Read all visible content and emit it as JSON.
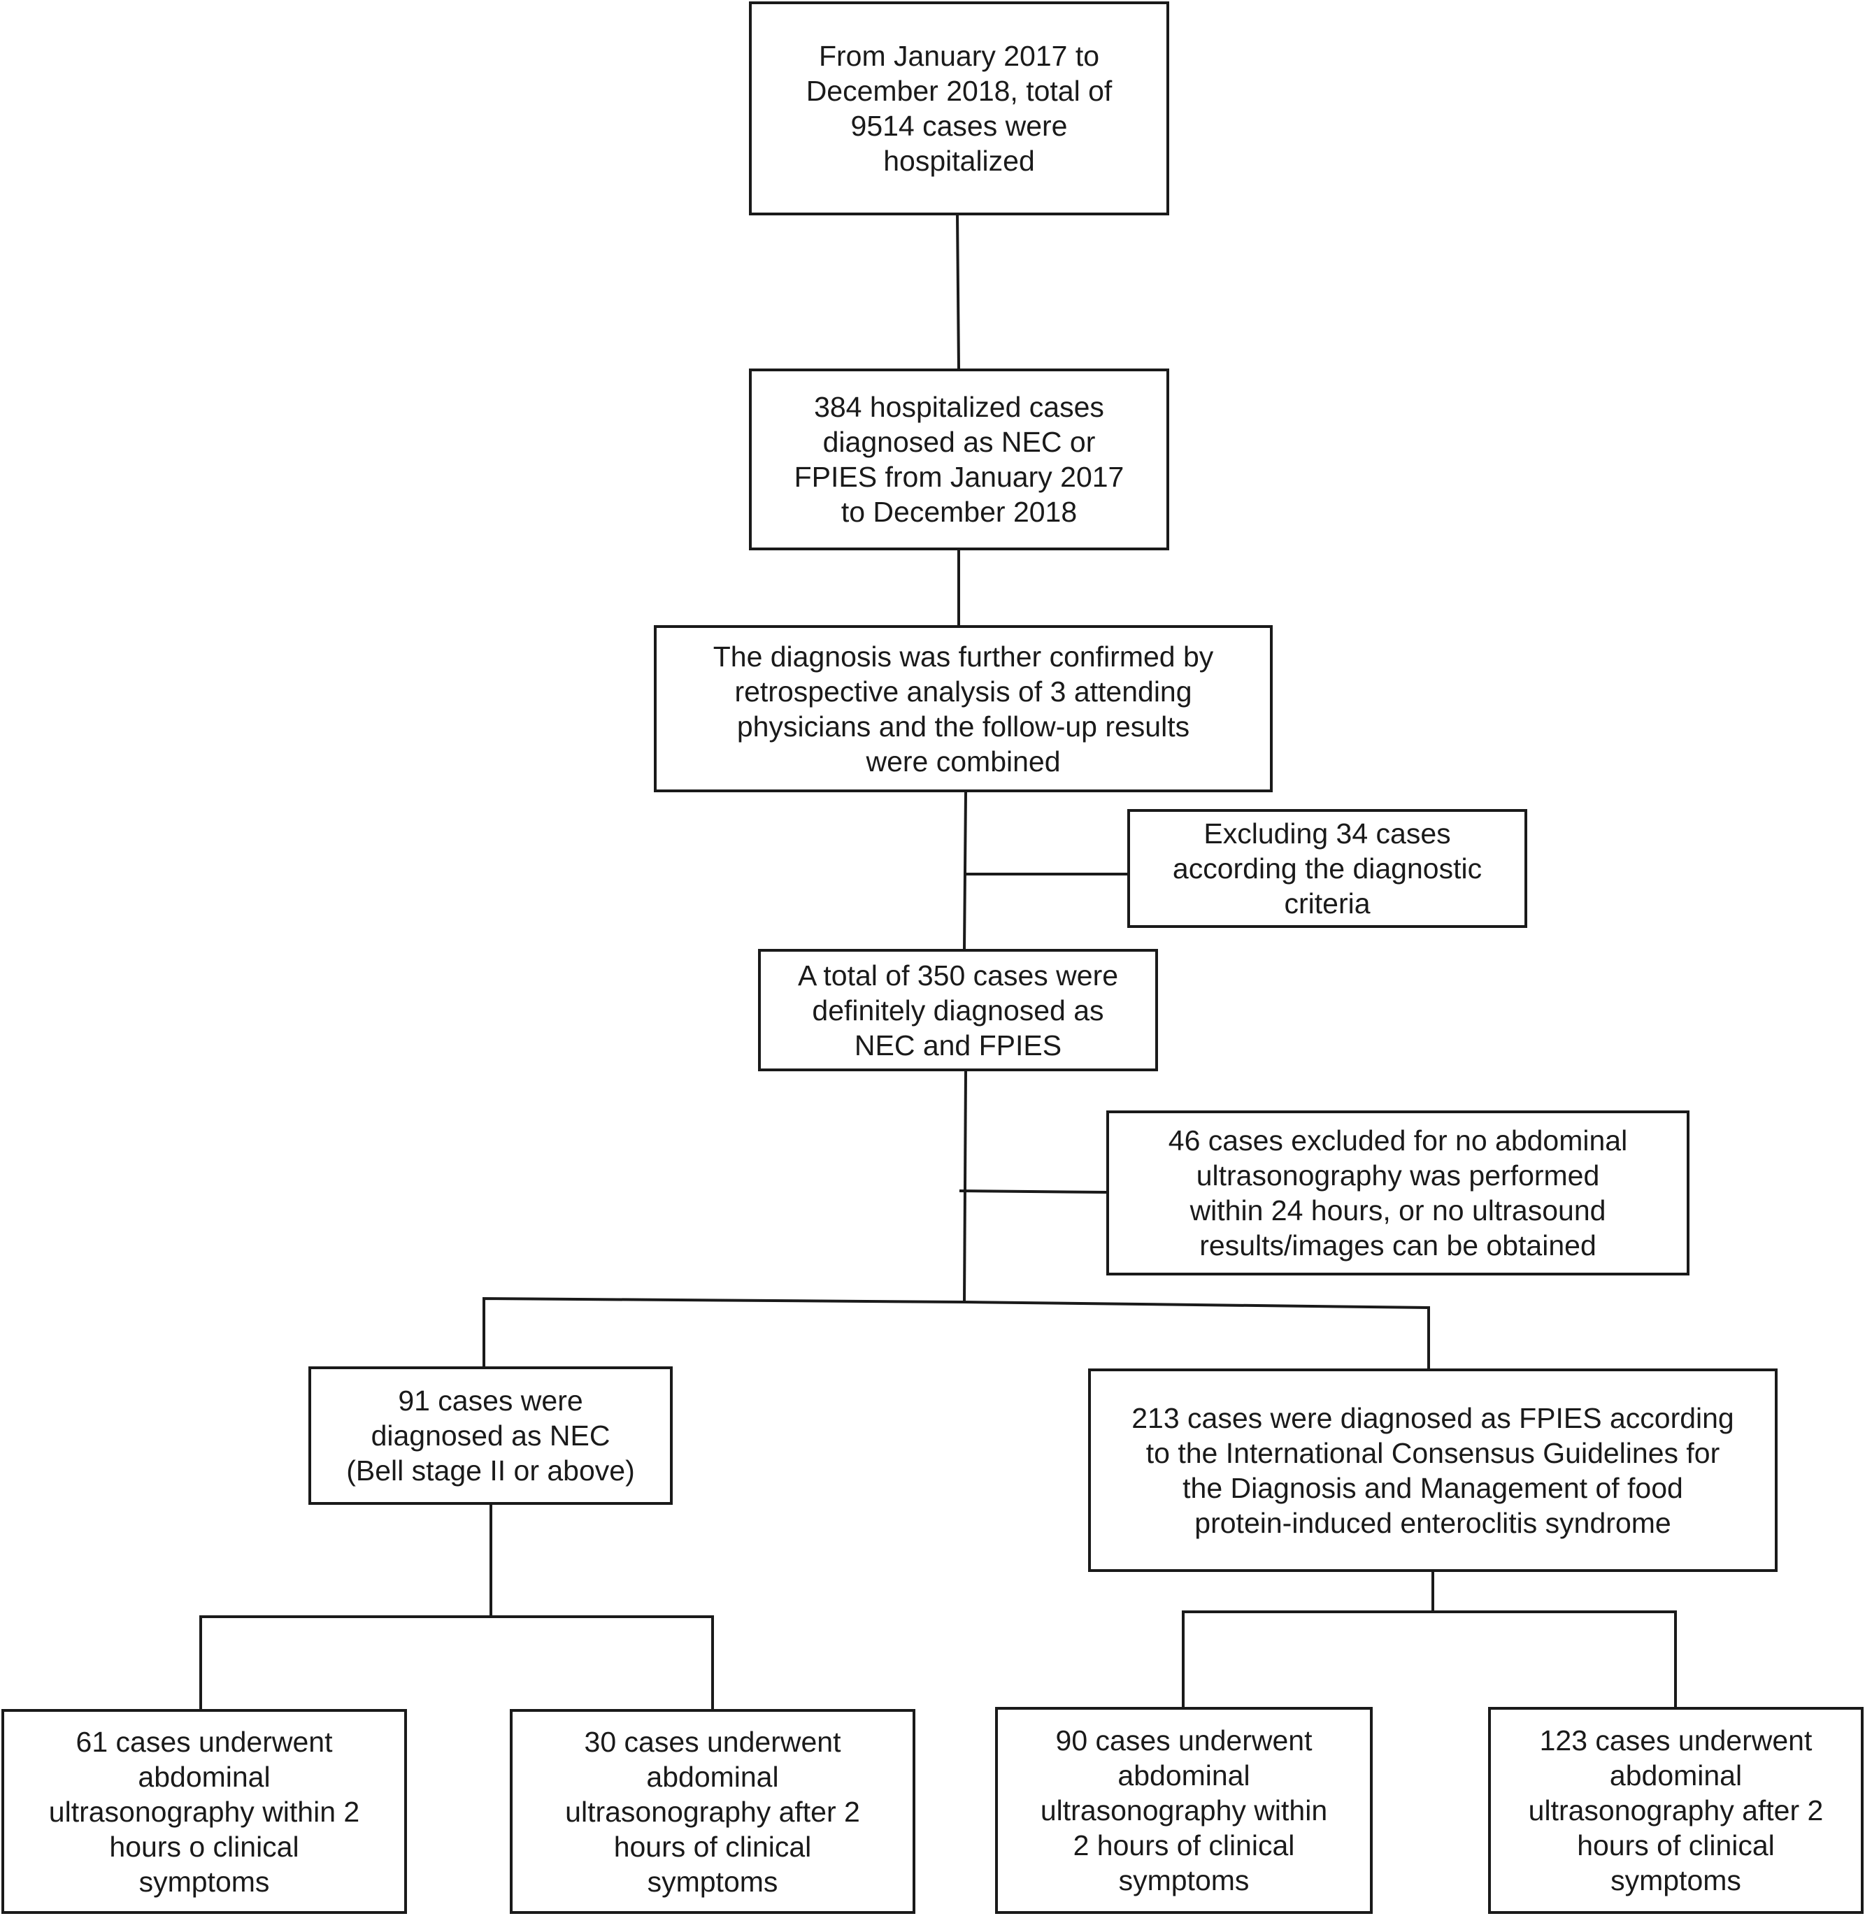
{
  "boxes": {
    "start": [
      "From January 2017 to",
      "December 2018, total of",
      "9514 cases were",
      "hospitalized"
    ],
    "diagnosed": [
      "384 hospitalized cases",
      "diagnosed as NEC or",
      "FPIES from January 2017",
      "to December 2018"
    ],
    "confirmed": [
      "The diagnosis was further confirmed by",
      "retrospective analysis of 3 attending",
      "physicians and the follow-up results",
      "were combined"
    ],
    "exclude_criteria": [
      "Excluding 34 cases",
      "according the diagnostic",
      "criteria"
    ],
    "definite": [
      "A total of 350 cases were",
      "definitely diagnosed as",
      "NEC and FPIES"
    ],
    "exclude_ultrasound": [
      "46 cases excluded for no abdominal",
      "ultrasonography was performed",
      "within 24 hours, or no ultrasound",
      "results/images can be obtained"
    ],
    "nec": [
      "91 cases were",
      "diagnosed as NEC",
      "(Bell stage II or above)"
    ],
    "fpies": [
      "213 cases were diagnosed as FPIES according",
      "to the International Consensus Guidelines for",
      "the Diagnosis and Management of food",
      "protein-induced enteroclitis syndrome"
    ],
    "nec_within": [
      "61 cases underwent",
      "abdominal",
      "ultrasonography within 2",
      "hours o clinical",
      "symptoms"
    ],
    "nec_after": [
      "30 cases underwent",
      "abdominal",
      "ultrasonography after 2",
      "hours of clinical",
      "symptoms"
    ],
    "fpies_within": [
      "90 cases underwent",
      "abdominal",
      "ultrasonography within",
      "2 hours of clinical",
      "symptoms"
    ],
    "fpies_after": [
      "123 cases underwent",
      "abdominal",
      "ultrasonography after 2",
      "hours of clinical",
      "symptoms"
    ]
  },
  "colors": {
    "line": "#1a1a1a",
    "text": "#1a1a1a",
    "background": "#ffffff"
  }
}
